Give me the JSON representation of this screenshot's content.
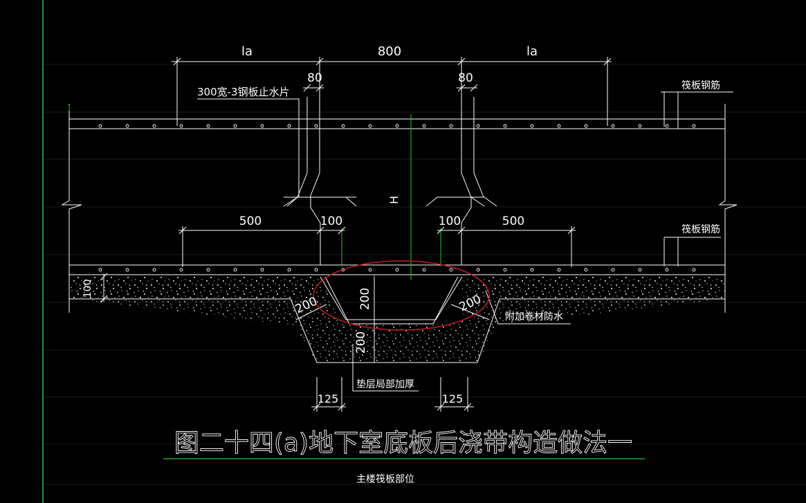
{
  "colors": {
    "background": "#000000",
    "lines": "#ffffff",
    "guide_lines": "#1a1a1a",
    "border_green": "#2ec82e",
    "highlight_ellipse": "#c41f1f",
    "dim_green": "#27c427"
  },
  "dimensions": {
    "top_left_la": "la",
    "top_center_800": "800",
    "top_right_la": "la",
    "left_80": "80",
    "right_80": "80",
    "left_500": "500",
    "left_100": "100",
    "right_100": "100",
    "right_500": "500",
    "height_h": "H",
    "slab_100": "100",
    "left_slope_200": "200",
    "center_200_upper": "200",
    "center_200_lower": "200",
    "right_slope_200": "200",
    "left_125": "125",
    "right_125": "125"
  },
  "labels": {
    "waterstop": "300宽-3钢板止水片",
    "raft_rebar_top": "筏板钢筋",
    "raft_rebar_bottom": "筏板钢筋",
    "extra_membrane": "附加卷材防水",
    "cushion_thicken": "垫层局部加厚"
  },
  "figure_title": "图二十四(a)地下室底板后浇带构造做法一",
  "figure_subtitle": "主楼筏板部位"
}
